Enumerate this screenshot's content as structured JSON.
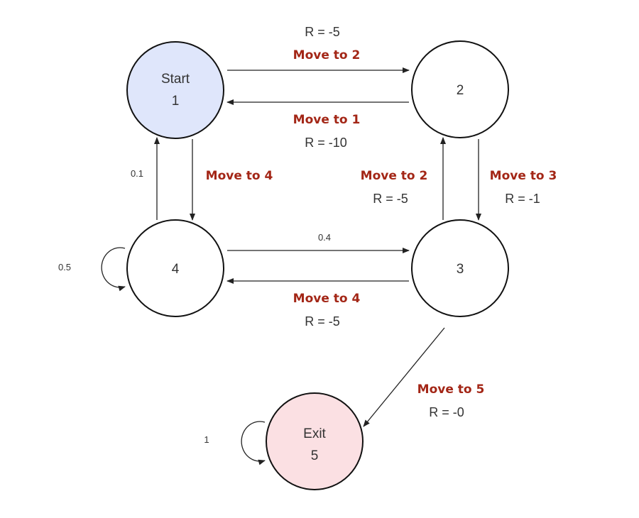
{
  "colors": {
    "start_fill": "#dfe6fb",
    "exit_fill": "#fbe0e3",
    "node_fill": "#ffffff",
    "action_text": "#a32616"
  },
  "nodes": {
    "n1": {
      "title": "Start",
      "id": "1"
    },
    "n2": {
      "id": "2"
    },
    "n3": {
      "id": "3"
    },
    "n4": {
      "id": "4"
    },
    "n5": {
      "title": "Exit",
      "id": "5"
    }
  },
  "edges": {
    "e1_2": {
      "action": "Move to 2",
      "reward": "R = -5"
    },
    "e2_1": {
      "action": "Move to 1",
      "reward": "R = -10"
    },
    "e1_4": {
      "action": "Move to 4"
    },
    "e4_1": {
      "prob": "0.1"
    },
    "e3_2": {
      "action": "Move to 2",
      "reward": "R = -5"
    },
    "e2_3": {
      "action": "Move to 3",
      "reward": "R = -1"
    },
    "e4_3": {
      "prob": "0.4"
    },
    "e3_4": {
      "action": "Move to 4",
      "reward": "R = -5"
    },
    "e3_5": {
      "action": "Move to 5",
      "reward": "R = -0"
    },
    "loop4": {
      "prob": "0.5"
    },
    "loop5": {
      "prob": "1"
    }
  }
}
